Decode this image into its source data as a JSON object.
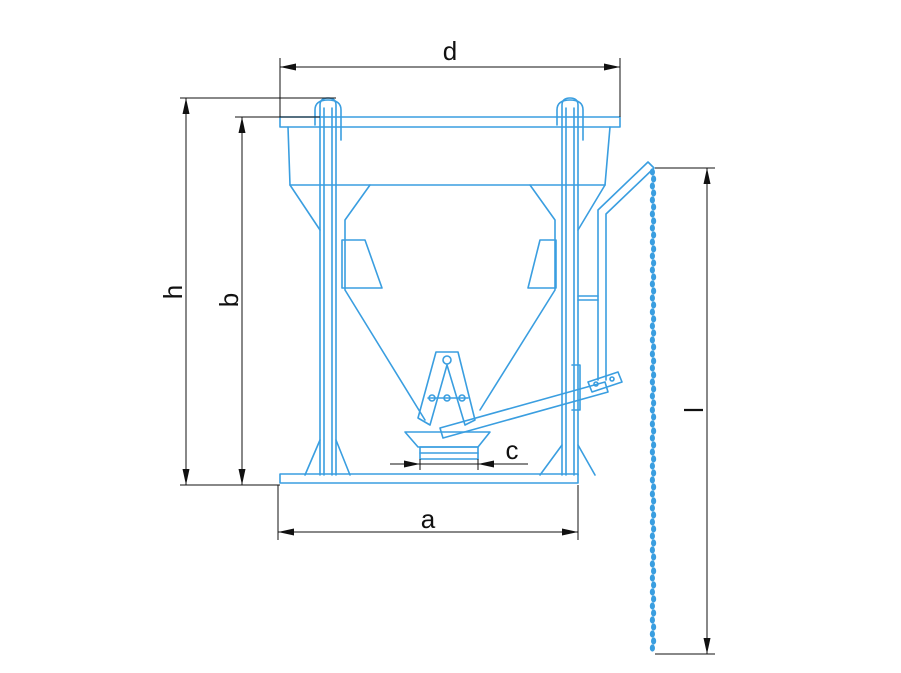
{
  "colors": {
    "outline": "#3a9ee0",
    "dimension": "#111111",
    "background": "#ffffff"
  },
  "dimensions": {
    "d": "d",
    "h": "h",
    "b": "b",
    "a": "a",
    "c": "c",
    "l": "l"
  }
}
